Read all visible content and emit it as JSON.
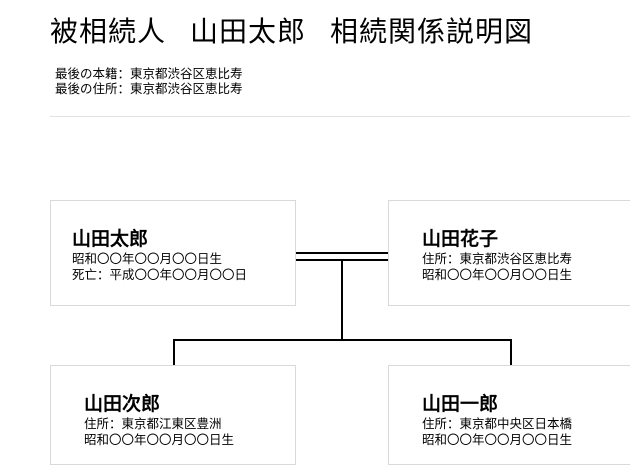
{
  "title": {
    "part1": "被相続人",
    "part2": "山田太郎",
    "part3": "相続関係説明図"
  },
  "meta": {
    "honseki": "最後の本籍：東京都渋谷区恵比寿",
    "jusho": "最後の住所：東京都渋谷区恵比寿"
  },
  "people": {
    "taro": {
      "name": "山田太郎",
      "line1": "昭和〇〇年〇〇月〇〇日生",
      "line2": "死亡：平成〇〇年〇〇月〇〇日"
    },
    "hanako": {
      "name": "山田花子",
      "line1": "住所：東京都渋谷区恵比寿",
      "line2": "昭和〇〇年〇〇月〇〇日生"
    },
    "jiro": {
      "name": "山田次郎",
      "line1": "住所：東京都江東区豊洲",
      "line2": "昭和〇〇年〇〇月〇〇日生"
    },
    "ichiro": {
      "name": "山田一郎",
      "line1": "住所：東京都中央区日本橋",
      "line2": "昭和〇〇年〇〇月〇〇日生"
    }
  },
  "colors": {
    "line": "#000000",
    "box_border": "#d9d9d9",
    "divider": "#e2e2e2"
  }
}
